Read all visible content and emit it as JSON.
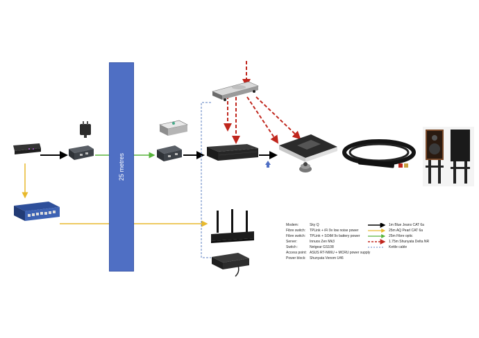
{
  "diagram": {
    "pillar_label": "25 metres",
    "legend": {
      "devices": [
        {
          "key": "Modem:",
          "value": "Sky Q"
        },
        {
          "key": "Fibre switch:",
          "value": "TPLink + iFi 9v low noise power"
        },
        {
          "key": "Fibre switch:",
          "value": "TPLink + SOtM 9v battery power"
        },
        {
          "key": "Server:",
          "value": "Innuos Zen Mk3"
        },
        {
          "key": "Switch :",
          "value": "Netgear GS108"
        },
        {
          "key": "Access point:",
          "value": "ASUS RT-N66U + MCRU power supply"
        },
        {
          "key": "Power block:",
          "value": "Shunyata Venom U46"
        }
      ],
      "cables": [
        {
          "label": "1m Blue Jeans CAT 6a",
          "color": "#000000",
          "style": "solid"
        },
        {
          "label": "25m AQ Pearl CAT 6a",
          "color": "#e8b92c",
          "style": "solid"
        },
        {
          "label": "25m Fibre optic",
          "color": "#58b43c",
          "style": "solid"
        },
        {
          "label": "1.75m Shunyata Delta NR",
          "color": "#c0261d",
          "style": "dashed"
        },
        {
          "label": "Kettle cable",
          "color": "#5b7fc0",
          "style": "dashed"
        }
      ]
    }
  }
}
